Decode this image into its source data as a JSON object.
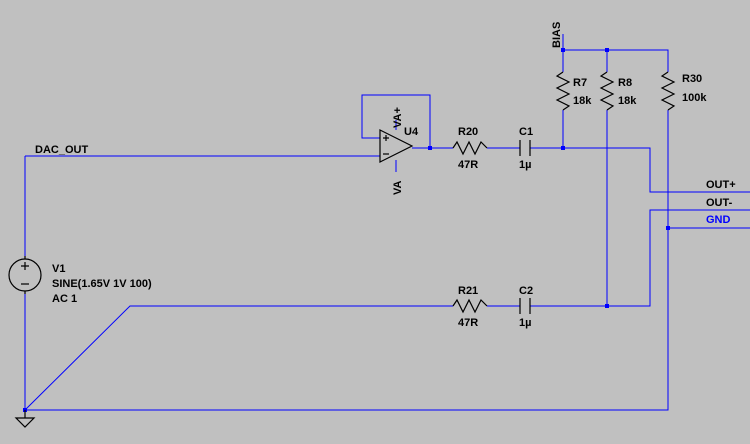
{
  "schematic": {
    "nets": {
      "dac_out": "DAC_OUT",
      "bias": "BIAS",
      "out_plus": "OUT+",
      "out_minus": "OUT-",
      "gnd": "GND",
      "va_plus": "VA+",
      "va": "VA"
    },
    "components": {
      "v1": {
        "ref": "V1",
        "value": "SINE(1.65V 1V 100)",
        "ac": "AC 1"
      },
      "u4": {
        "ref": "U4"
      },
      "r20": {
        "ref": "R20",
        "value": "47R"
      },
      "r21": {
        "ref": "R21",
        "value": "47R"
      },
      "c1": {
        "ref": "C1",
        "value": "1µ"
      },
      "c2": {
        "ref": "C2",
        "value": "1µ"
      },
      "r7": {
        "ref": "R7",
        "value": "18k"
      },
      "r8": {
        "ref": "R8",
        "value": "18k"
      },
      "r30": {
        "ref": "R30",
        "value": "100k"
      }
    },
    "colors": {
      "background": "#c0c0c0",
      "wire": "#0000ff",
      "component": "#000000",
      "gnd_label": "#0000ff"
    }
  }
}
